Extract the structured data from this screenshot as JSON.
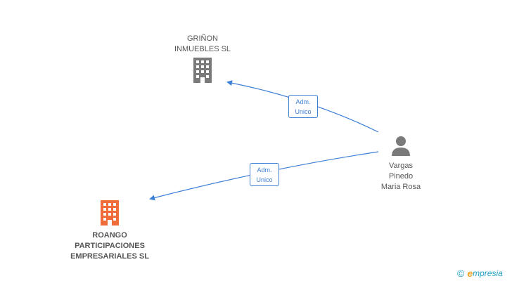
{
  "colors": {
    "company": "#7a7a7a",
    "main_company": "#f26b3a",
    "person": "#7a7a7a",
    "edge": "#3d7ed6"
  },
  "nodes": {
    "grinon": {
      "label": "GRIÑON\nINMUEBLES SL",
      "icon": "building-icon"
    },
    "roango": {
      "label": "ROANGO\nPARTICIPACIONES\nEMPRESARIALES SL",
      "icon": "building-icon"
    },
    "vargas": {
      "label": "Vargas\nPinedo\nMaria Rosa",
      "icon": "person-icon"
    }
  },
  "edges": [
    {
      "from": "vargas",
      "to": "grinon",
      "label": "Adm.\nUnico"
    },
    {
      "from": "vargas",
      "to": "roango",
      "label": "Adm.\nUnico"
    }
  ],
  "brand": {
    "copyright": "©",
    "e": "e",
    "name": "mpresia"
  }
}
